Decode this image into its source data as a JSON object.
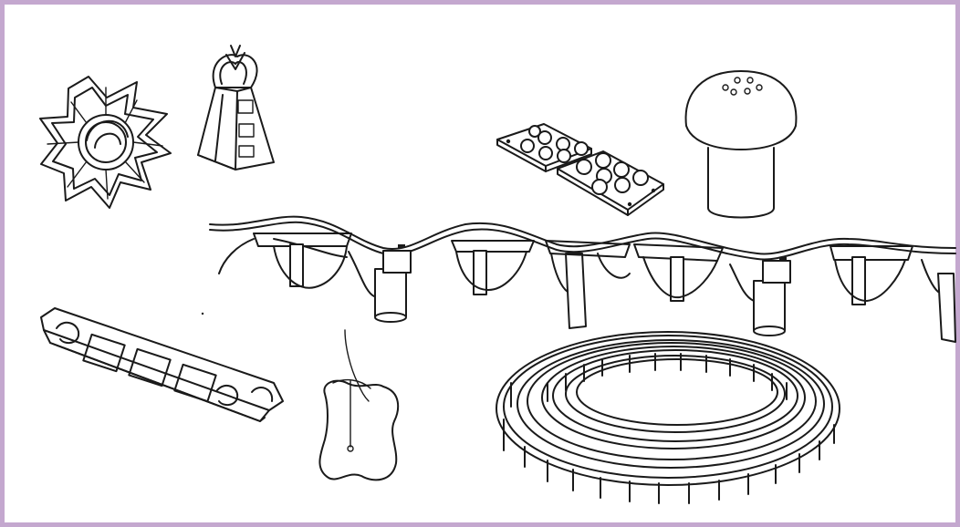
{
  "illustration": {
    "frame_color": "#c4a8cf",
    "ink_color": "#1a1a1a",
    "background": "#ffffff",
    "items": [
      {
        "name": "star-wheel-spacer"
      },
      {
        "name": "chair-spacer"
      },
      {
        "name": "dimpled-spacer-tile"
      },
      {
        "name": "mushroom-cap-spacer"
      },
      {
        "name": "continuous-spacer-strip"
      },
      {
        "name": "linear-bar-spacer"
      },
      {
        "name": "tie-wire-block-spacer"
      },
      {
        "name": "coiled-spacer-strip"
      }
    ]
  }
}
